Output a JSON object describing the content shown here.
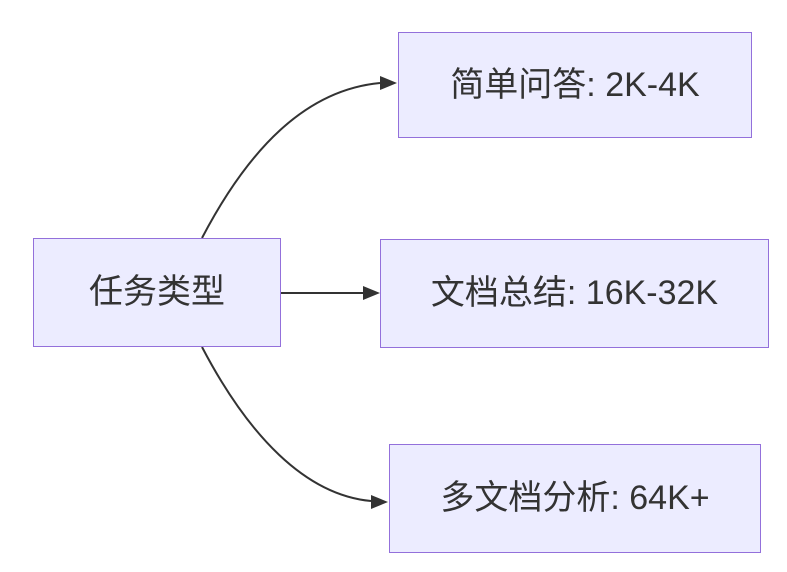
{
  "diagram": {
    "type": "flowchart",
    "direction": "left-to-right",
    "nodes": [
      {
        "id": "task-type",
        "label": "任务类型"
      },
      {
        "id": "simple-qa",
        "label": "简单问答: 2K-4K"
      },
      {
        "id": "doc-summary",
        "label": "文档总结: 16K-32K"
      },
      {
        "id": "multi-doc",
        "label": "多文档分析: 64K+"
      }
    ],
    "edges": [
      {
        "from": "task-type",
        "to": "simple-qa"
      },
      {
        "from": "task-type",
        "to": "doc-summary"
      },
      {
        "from": "task-type",
        "to": "multi-doc"
      }
    ],
    "colors": {
      "node_fill": "#ECECFF",
      "node_border": "#9370DB",
      "arrow": "#333333",
      "text": "#333333",
      "background": "#FFFFFF"
    }
  }
}
